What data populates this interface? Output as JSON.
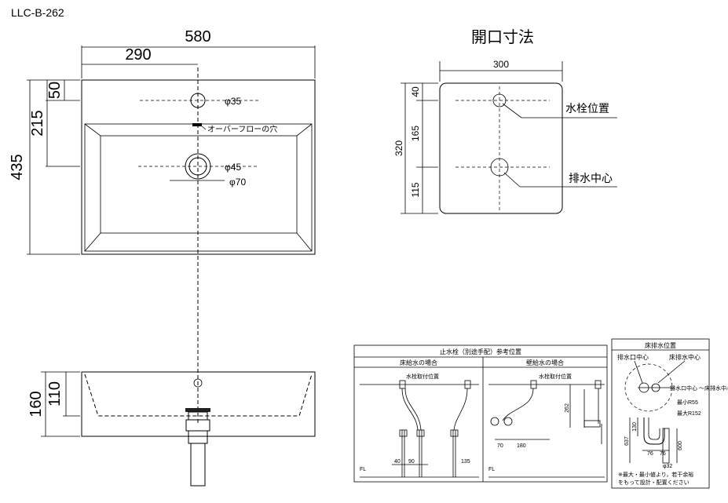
{
  "model_code": "LLC-B-262",
  "top_view": {
    "width_total": "580",
    "width_half": "290",
    "depth_total": "435",
    "depth_to_faucet": "50",
    "depth_to_drain": "215",
    "faucet_hole": "φ35",
    "drain_hole": "φ45",
    "drain_flange": "φ70",
    "overflow_label": "オーバーフローの穴"
  },
  "opening": {
    "title": "開口寸法",
    "width": "300",
    "height": "320",
    "dim_top": "40",
    "dim_mid": "165",
    "dim_bottom": "115",
    "label_faucet": "水栓位置",
    "label_drain": "排水中心"
  },
  "side_view": {
    "height_total": "160",
    "height_inner": "110"
  },
  "stop_valve_panel": {
    "title": "止水栓（別途手配）参考位置",
    "floor_supply": "床給水の場合",
    "wall_supply": "壁給水の場合",
    "faucet_mount_1": "水栓取付位置",
    "faucet_mount_2": "水栓取付位置",
    "fl_1": "FL",
    "fl_2": "FL",
    "floor_dim_40": "40",
    "floor_dim_90": "90",
    "floor_dim_135": "135",
    "wall_dim_70": "70",
    "wall_dim_180": "180",
    "wall_dim_262": "262"
  },
  "floor_drain_panel": {
    "title": "床排水位置",
    "drain_outlet_center": "排水口中心",
    "floor_drain_center": "床排水中心",
    "note_offset": "排水口中心\n～床排水中心",
    "min_r": "最小R55",
    "max_r": "最大R152",
    "dim_637": "637",
    "dim_130": "130",
    "dim_600": "600",
    "dim_76a": "76",
    "dim_76b": "76",
    "pipe_dia": "φ32",
    "note": "※最大・最小値より，若干余裕をもって設計・配置ください"
  }
}
